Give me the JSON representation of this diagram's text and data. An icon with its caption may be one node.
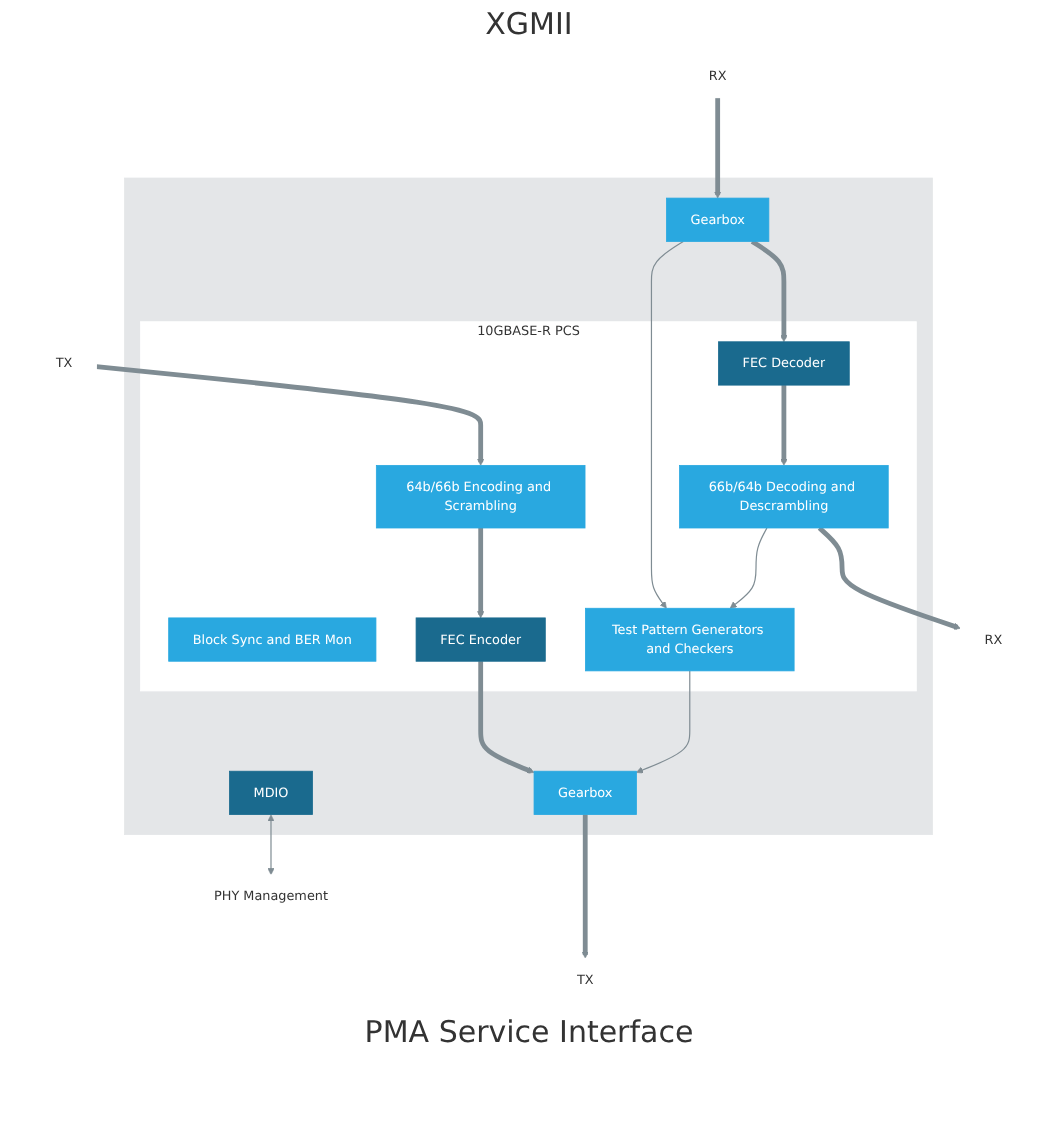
{
  "diagram": {
    "nodes": [
      {
        "text": [],
        "shape": "box"
      },
      {
        "text": [
          "10GBASE-R PCS"
        ],
        "in": 0
      },
      {
        "text": [
          "64b/66b Encoding and Scrambling"
        ],
        "in": 1
      },
      {
        "text": [
          "Block Sync and BER Mon"
        ],
        "in": 1
      },
      {
        "text": [
          "66b/64b Decoding and Descrambling"
        ],
        "in": 1
      },
      {
        "text": [
          "FEC Encoder"
        ],
        "in": 1
      },
      {
        "text": [
          "Test Pattern Generators and Checkers"
        ],
        "in": 1
      },
      {
        "text": [
          "FEC Decoder"
        ],
        "in": 1
      },
      {
        "text": [
          "Gearbox"
        ],
        "in": 0
      },
      {
        "text": [
          "MDIO"
        ],
        "in": 0
      },
      {
        "text": [
          "Gearbox"
        ],
        "in": 0
      },
      {
        "text": [
          "TX"
        ]
      },
      {
        "text": [
          "RX"
        ]
      },
      {
        "text": [
          "TX"
        ]
      },
      {
        "text": [
          "PHY Management"
        ]
      },
      {
        "text": [
          "RX"
        ]
      }
    ],
    "edges": [
      {
        "from": 11,
        "to": 2,
        "arrow": "to"
      },
      {
        "from": 2,
        "to": 5,
        "arrow": "to"
      },
      {
        "from": 5,
        "to": 8,
        "arrow": "to"
      },
      {
        "from": 8,
        "to": 13,
        "arrow": "to"
      },
      {
        "from": 15,
        "to": 10,
        "arrow": "to"
      },
      {
        "from": 10,
        "to": 7,
        "arrow": "to"
      },
      {
        "from": 7,
        "to": 4,
        "arrow": "to"
      },
      {
        "from": 4,
        "to": 12,
        "arrow": "to"
      },
      {
        "from": 6,
        "to": 8,
        "arrow": "to"
      },
      {
        "from": 10,
        "to": 6,
        "arrow": "to"
      },
      {
        "from": 4,
        "to": 6,
        "arrow": "to"
      },
      {
        "from": 9,
        "to": 14,
        "arrow": "both"
      }
    ],
    "labels": [
      "XGMII",
      "PMA Service Interface"
    ]
  }
}
